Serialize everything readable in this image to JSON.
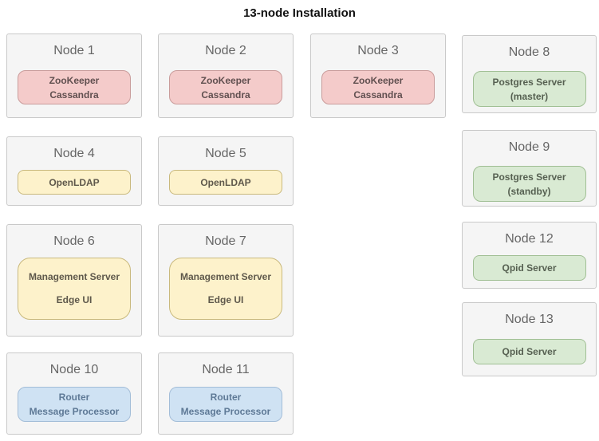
{
  "title": "13-node Installation",
  "colors": {
    "page_background": "#ffffff",
    "node_background": "#f5f5f5",
    "node_border": "#c9c9c9",
    "node_title_text": "#666666",
    "red_pill": {
      "background": "#f4cbca",
      "border": "#c99c9b",
      "text": "#615050"
    },
    "yellow_pill": {
      "background": "#fdf2cb",
      "border": "#c9b97d",
      "text": "#5e584b"
    },
    "green_pill": {
      "background": "#d9ead3",
      "border": "#a0bf94",
      "text": "#566051"
    },
    "blue_pill": {
      "background": "#cfe2f3",
      "border": "#a3bdd8",
      "text": "#5e7996"
    }
  },
  "nodes": [
    {
      "title": "Node 1",
      "color": "red",
      "services": [
        "ZooKeeper",
        "Cassandra"
      ]
    },
    {
      "title": "Node 2",
      "color": "red",
      "services": [
        "ZooKeeper",
        "Cassandra"
      ]
    },
    {
      "title": "Node 3",
      "color": "red",
      "services": [
        "ZooKeeper",
        "Cassandra"
      ]
    },
    {
      "title": "Node 4",
      "color": "yellow",
      "services": [
        "OpenLDAP"
      ]
    },
    {
      "title": "Node 5",
      "color": "yellow",
      "services": [
        "OpenLDAP"
      ]
    },
    {
      "title": "Node 6",
      "color": "yellow",
      "services": [
        "Management Server",
        "Edge UI"
      ]
    },
    {
      "title": "Node 7",
      "color": "yellow",
      "services": [
        "Management Server",
        "Edge UI"
      ]
    },
    {
      "title": "Node 8",
      "color": "green",
      "services": [
        "Postgres Server",
        "(master)"
      ]
    },
    {
      "title": "Node 9",
      "color": "green",
      "services": [
        "Postgres Server",
        "(standby)"
      ]
    },
    {
      "title": "Node 10",
      "color": "blue",
      "services": [
        "Router",
        "Message Processor"
      ]
    },
    {
      "title": "Node 11",
      "color": "blue",
      "services": [
        "Router",
        "Message Processor"
      ]
    },
    {
      "title": "Node 12",
      "color": "green",
      "services": [
        "Qpid Server"
      ]
    },
    {
      "title": "Node 13",
      "color": "green",
      "services": [
        "Qpid Server"
      ]
    }
  ]
}
